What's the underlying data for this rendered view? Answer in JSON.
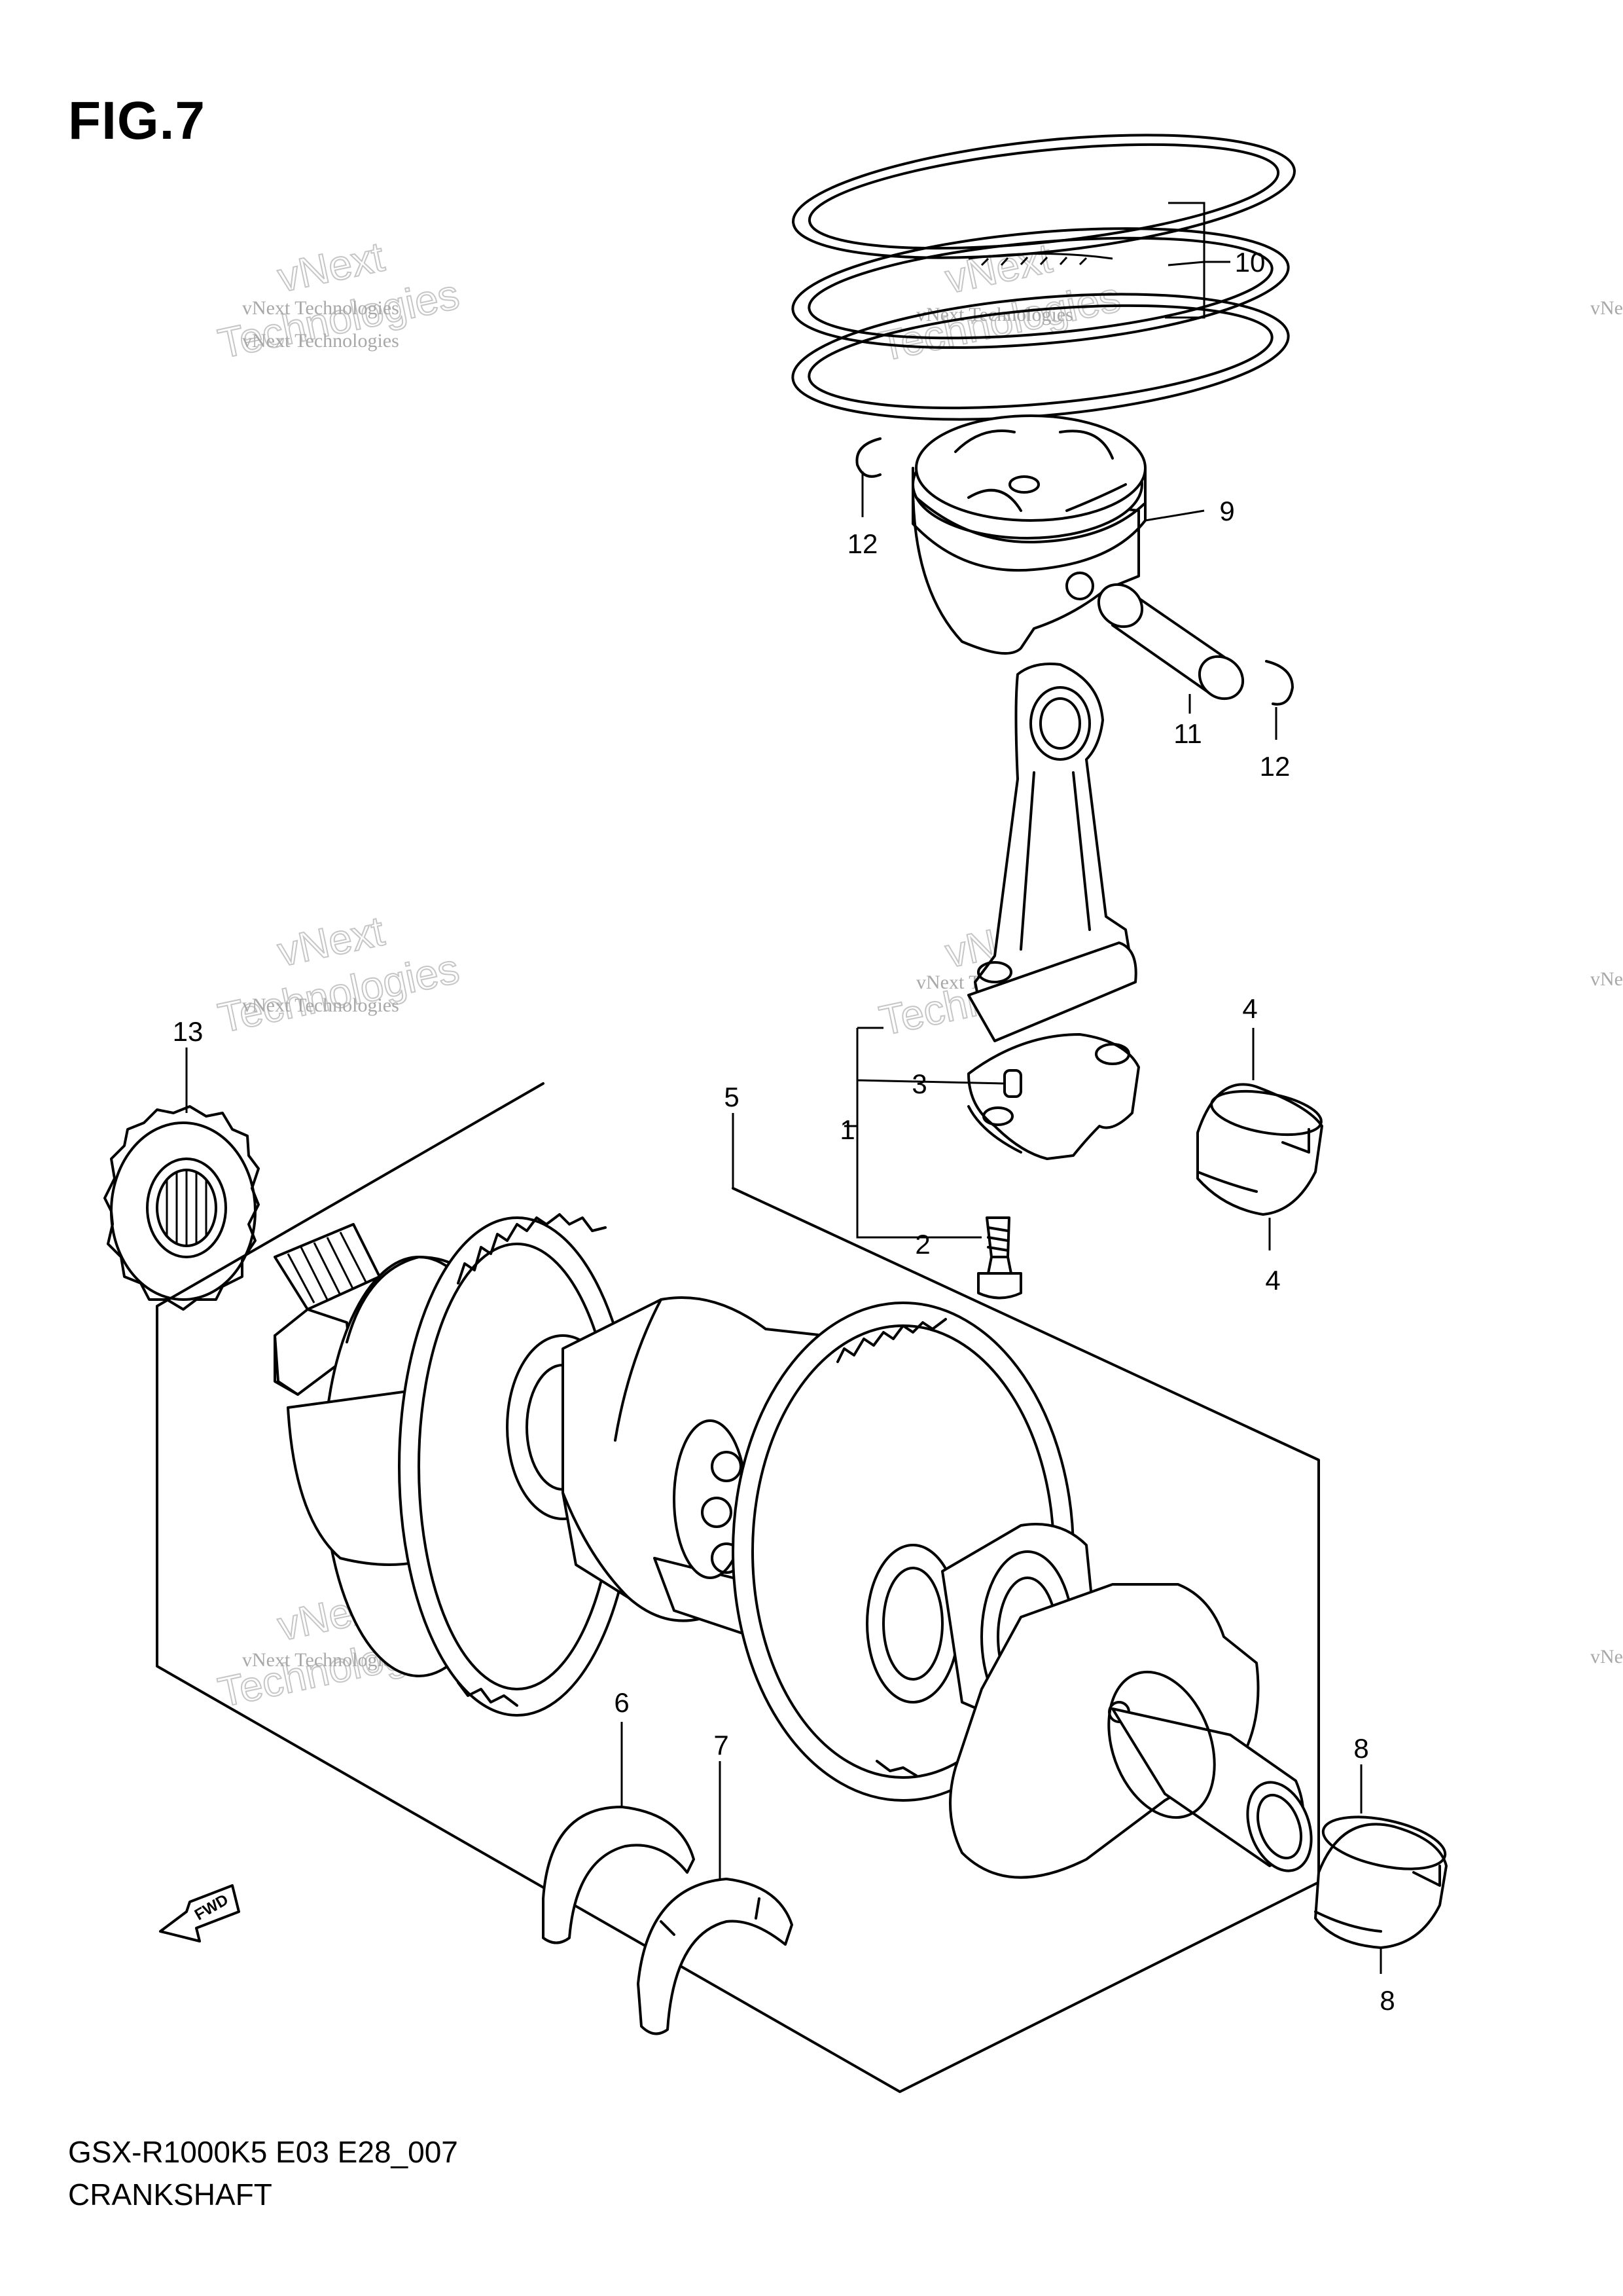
{
  "figure": {
    "title": "FIG.7"
  },
  "footer": {
    "model_code": "GSX-R1000K5 E03 E28_007",
    "caption": "CRANKSHAFT"
  },
  "watermark": {
    "line1": "vNext Technologies",
    "line2": "vNext",
    "line3": "Technologies"
  },
  "fwd_label": "FWD",
  "callouts": {
    "c1": "1",
    "c2": "2",
    "c3": "3",
    "c4a": "4",
    "c4b": "4",
    "c5": "5",
    "c6": "6",
    "c7": "7",
    "c8a": "8",
    "c8b": "8",
    "c9": "9",
    "c10": "10",
    "c11": "11",
    "c12a": "12",
    "c12b": "12",
    "c13": "13"
  }
}
